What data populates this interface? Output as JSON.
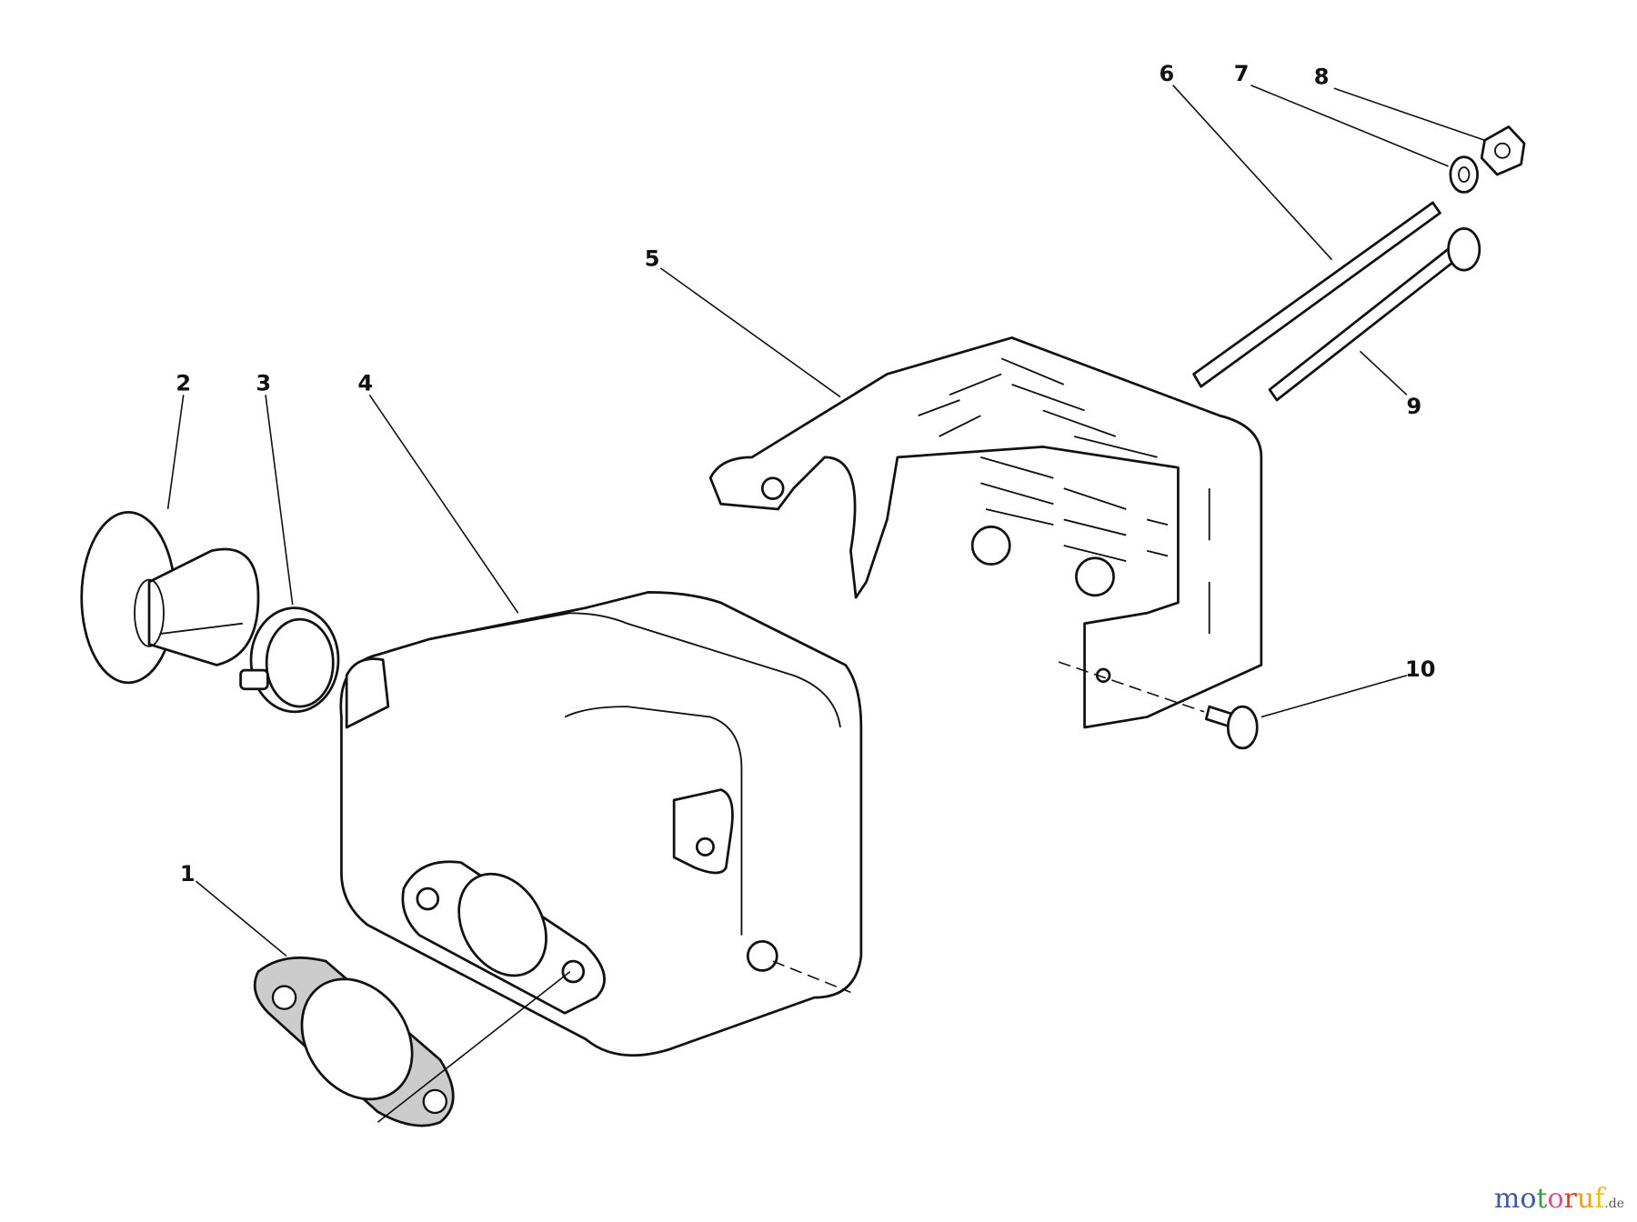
{
  "diagram": {
    "callouts": [
      {
        "number": "1",
        "part": "gasket"
      },
      {
        "number": "2",
        "part": "deflector"
      },
      {
        "number": "3",
        "part": "hose-clamp"
      },
      {
        "number": "4",
        "part": "muffler"
      },
      {
        "number": "5",
        "part": "muffler-guard"
      },
      {
        "number": "6",
        "part": "stud"
      },
      {
        "number": "7",
        "part": "lock-washer"
      },
      {
        "number": "8",
        "part": "nut"
      },
      {
        "number": "9",
        "part": "bolt"
      },
      {
        "number": "10",
        "part": "screw"
      }
    ]
  },
  "watermark": {
    "letters": [
      "m",
      "o",
      "t",
      "o",
      "r",
      "u",
      "f"
    ],
    "colors": [
      "#3b5ba8",
      "#3b5ba8",
      "#3a9a3a",
      "#e0508a",
      "#d84028",
      "#e8a020",
      "#e8c020"
    ],
    "suffix": ".de"
  }
}
